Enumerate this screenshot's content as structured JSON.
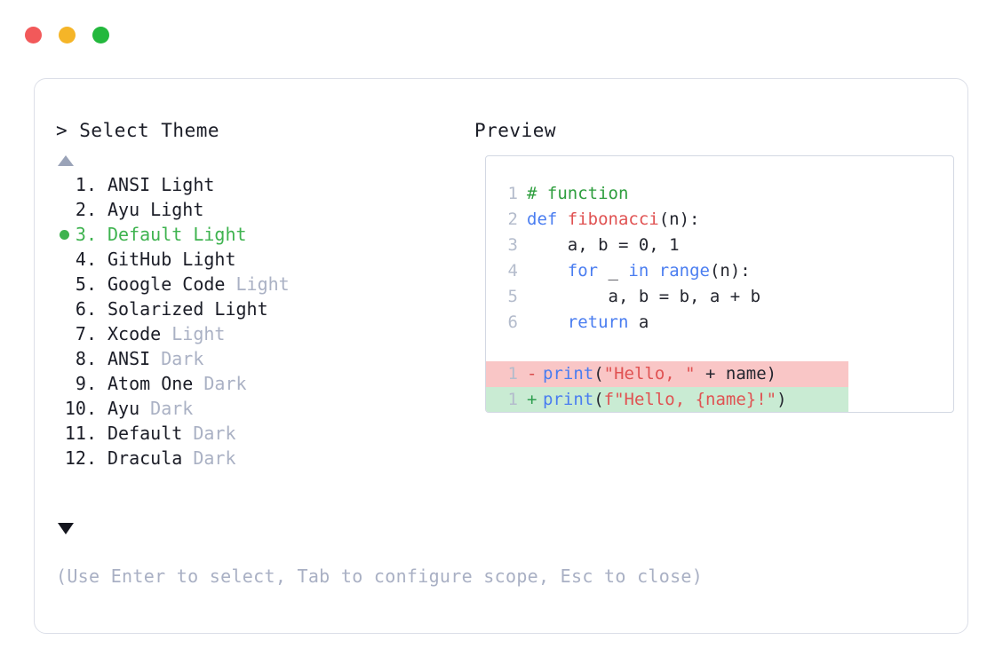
{
  "window": {
    "traffic_lights": [
      {
        "name": "close",
        "color": "#f2595a"
      },
      {
        "name": "minimize",
        "color": "#f5b528"
      },
      {
        "name": "maximize",
        "color": "#23b83d"
      }
    ]
  },
  "left": {
    "prompt": "> Select Theme",
    "scroll_up": "▲",
    "scroll_down": "▼",
    "selected_index": 3,
    "items": [
      {
        "num": "1.",
        "name": "ANSI Light",
        "suffix": "",
        "selected": false
      },
      {
        "num": "2.",
        "name": "Ayu Light",
        "suffix": "",
        "selected": false
      },
      {
        "num": "3.",
        "name": "Default Light",
        "suffix": "",
        "selected": true
      },
      {
        "num": "4.",
        "name": "GitHub Light",
        "suffix": "",
        "selected": false
      },
      {
        "num": "5.",
        "name": "Google Code",
        "suffix": " Light",
        "selected": false
      },
      {
        "num": "6.",
        "name": "Solarized Light",
        "suffix": "",
        "selected": false
      },
      {
        "num": "7.",
        "name": "Xcode",
        "suffix": " Light",
        "selected": false
      },
      {
        "num": "8.",
        "name": "ANSI",
        "suffix": " Dark",
        "selected": false
      },
      {
        "num": "9.",
        "name": "Atom One",
        "suffix": " Dark",
        "selected": false
      },
      {
        "num": "10.",
        "name": "Ayu",
        "suffix": " Dark",
        "selected": false
      },
      {
        "num": "11.",
        "name": "Default",
        "suffix": " Dark",
        "selected": false
      },
      {
        "num": "12.",
        "name": "Dracula",
        "suffix": " Dark",
        "selected": false
      }
    ],
    "help": "(Use Enter to select, Tab to configure scope, Esc to close)"
  },
  "right": {
    "label": "Preview",
    "code_lines": [
      {
        "ln": "1",
        "tokens": [
          {
            "t": "# function",
            "c": "cmt"
          }
        ]
      },
      {
        "ln": "2",
        "tokens": [
          {
            "t": "def ",
            "c": "kw"
          },
          {
            "t": "fibonacci",
            "c": "fn"
          },
          {
            "t": "(n):",
            "c": "pl"
          }
        ]
      },
      {
        "ln": "3",
        "tokens": [
          {
            "t": "    a, b = 0, 1",
            "c": "pl"
          }
        ]
      },
      {
        "ln": "4",
        "tokens": [
          {
            "t": "    ",
            "c": "pl"
          },
          {
            "t": "for",
            "c": "kw"
          },
          {
            "t": " _ ",
            "c": "pl"
          },
          {
            "t": "in",
            "c": "kw"
          },
          {
            "t": " ",
            "c": "pl"
          },
          {
            "t": "range",
            "c": "kw"
          },
          {
            "t": "(n):",
            "c": "pl"
          }
        ]
      },
      {
        "ln": "5",
        "tokens": [
          {
            "t": "        a, b = b, a + b",
            "c": "pl"
          }
        ]
      },
      {
        "ln": "6",
        "tokens": [
          {
            "t": "    ",
            "c": "pl"
          },
          {
            "t": "return",
            "c": "kw"
          },
          {
            "t": " a",
            "c": "pl"
          }
        ]
      }
    ],
    "diff_lines": [
      {
        "ln": "1",
        "mark": "-",
        "kind": "del",
        "tokens": [
          {
            "t": "print",
            "c": "kw"
          },
          {
            "t": "(",
            "c": "pl"
          },
          {
            "t": "\"Hello, \"",
            "c": "str"
          },
          {
            "t": " + name)",
            "c": "pl"
          }
        ]
      },
      {
        "ln": "1",
        "mark": "+",
        "kind": "add",
        "tokens": [
          {
            "t": "print",
            "c": "kw"
          },
          {
            "t": "(",
            "c": "pl"
          },
          {
            "t": "f\"Hello, {name}!\"",
            "c": "str"
          },
          {
            "t": ")",
            "c": "pl"
          }
        ]
      }
    ]
  }
}
